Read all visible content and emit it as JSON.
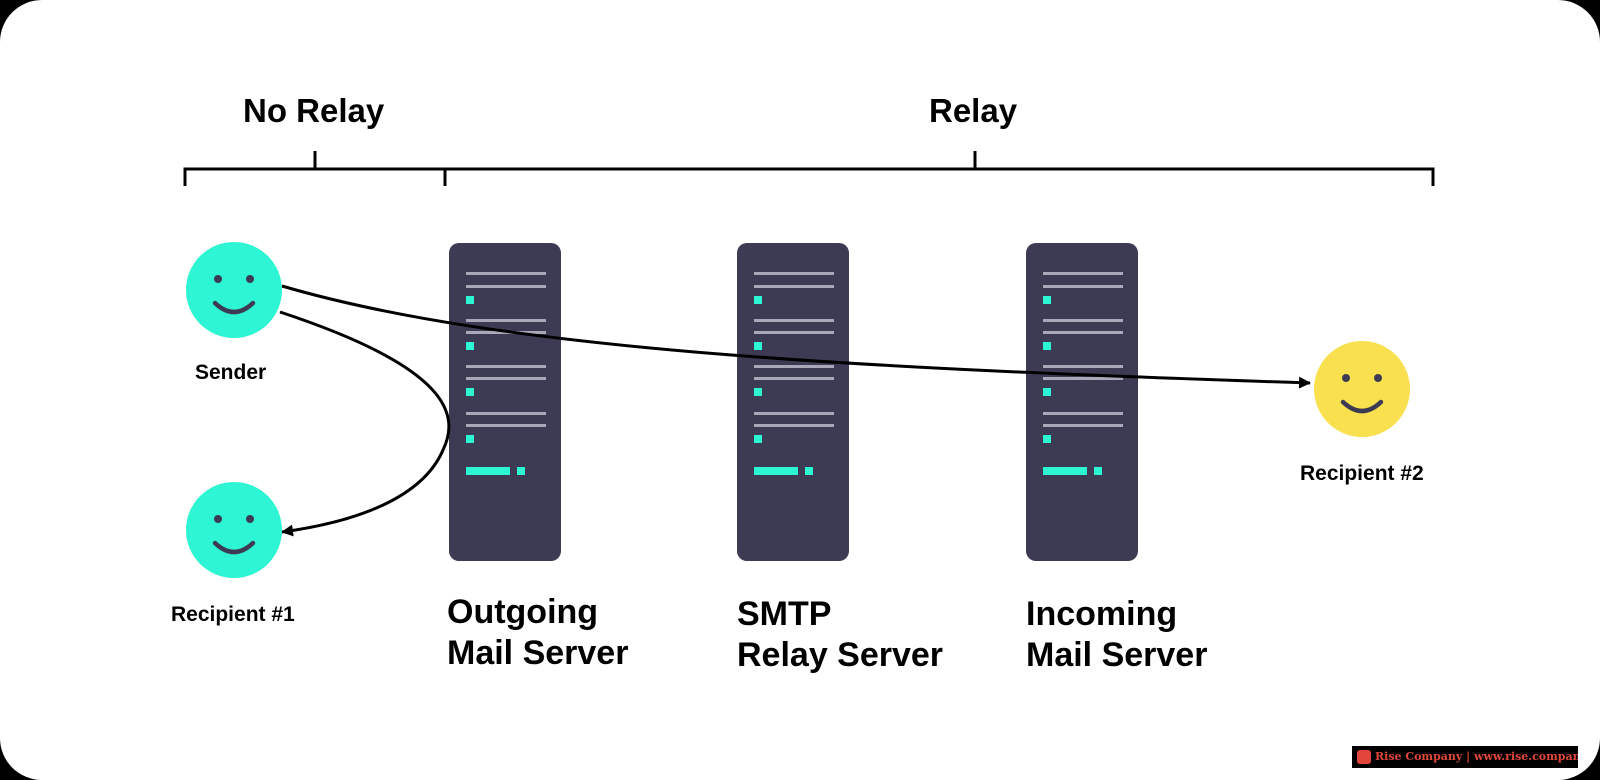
{
  "sections": {
    "no_relay": "No Relay",
    "relay": "Relay"
  },
  "people": {
    "sender": {
      "label": "Sender",
      "icon": "smiley-face-icon",
      "color": "#2ef5d3"
    },
    "recipient1": {
      "label": "Recipient #1",
      "icon": "smiley-face-icon",
      "color": "#2ef5d3"
    },
    "recipient2": {
      "label": "Recipient #2",
      "icon": "smiley-face-icon",
      "color": "#f8e04e"
    }
  },
  "servers": {
    "outgoing": {
      "line1": "Outgoing",
      "line2": "Mail Server",
      "icon": "server-rack-icon"
    },
    "smtp": {
      "line1": "SMTP",
      "line2": "Relay Server",
      "icon": "server-rack-icon"
    },
    "incoming": {
      "line1": "Incoming",
      "line2": "Mail Server",
      "icon": "server-rack-icon"
    }
  },
  "watermark": {
    "company": "Rise Company",
    "separator": "|",
    "url": "www.rise.company"
  },
  "colors": {
    "server_body": "#3d3b53",
    "server_line": "#a9a8b8",
    "server_led": "#2ef5d3",
    "face_features": "#3d3b53",
    "connector": "#000000",
    "watermark_text": "#e2463a"
  }
}
